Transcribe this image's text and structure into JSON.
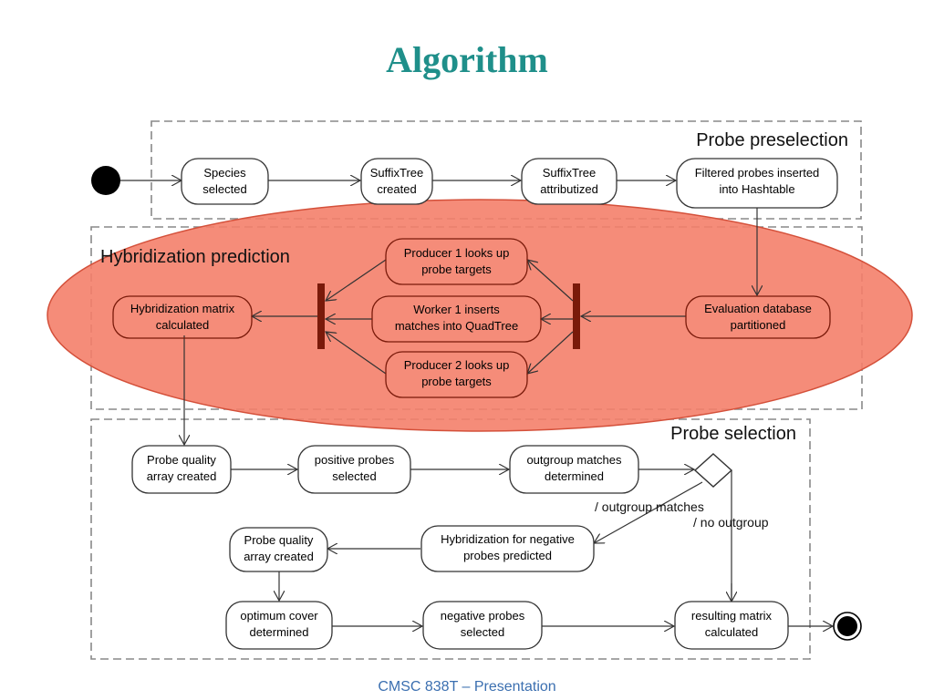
{
  "slide": {
    "title": "Algorithm",
    "footer": "CMSC 838T – Presentation"
  },
  "diagram": {
    "groups": {
      "preselection": "Probe preselection",
      "hybridization": "Hybridization prediction",
      "selection": "Probe selection"
    },
    "nodes": {
      "species": [
        "Species",
        "selected"
      ],
      "suffix_created": [
        "SuffixTree",
        "created"
      ],
      "suffix_attr": [
        "SuffixTree",
        "attributized"
      ],
      "filtered": [
        "Filtered probes inserted",
        "into Hashtable"
      ],
      "eval_db": [
        "Evaluation database",
        "partitioned"
      ],
      "producer1": [
        "Producer 1 looks up",
        "probe targets"
      ],
      "worker1": [
        "Worker 1 inserts",
        "matches into QuadTree"
      ],
      "producer2": [
        "Producer 2 looks up",
        "probe targets"
      ],
      "hyb_matrix": [
        "Hybridization matrix",
        "calculated"
      ],
      "pq1": [
        "Probe quality",
        "array created"
      ],
      "positive": [
        "positive probes",
        "selected"
      ],
      "outgroup": [
        "outgroup matches",
        "determined"
      ],
      "hyb_negative": [
        "Hybridization for negative",
        "probes predicted"
      ],
      "pq2": [
        "Probe quality",
        "array created"
      ],
      "optimum": [
        "optimum cover",
        "determined"
      ],
      "negative": [
        "negative probes",
        "selected"
      ],
      "result": [
        "resulting matrix",
        "calculated"
      ]
    },
    "guards": {
      "outgroup_matches": "/ outgroup matches",
      "no_outgroup": "/ no outgroup"
    }
  },
  "colors": {
    "highlight": "#f4806a",
    "highlight_stroke": "#e0604a",
    "fork_bar": "#7a1a0a",
    "title": "#1f8f8a",
    "footer": "#3b6fb0"
  }
}
